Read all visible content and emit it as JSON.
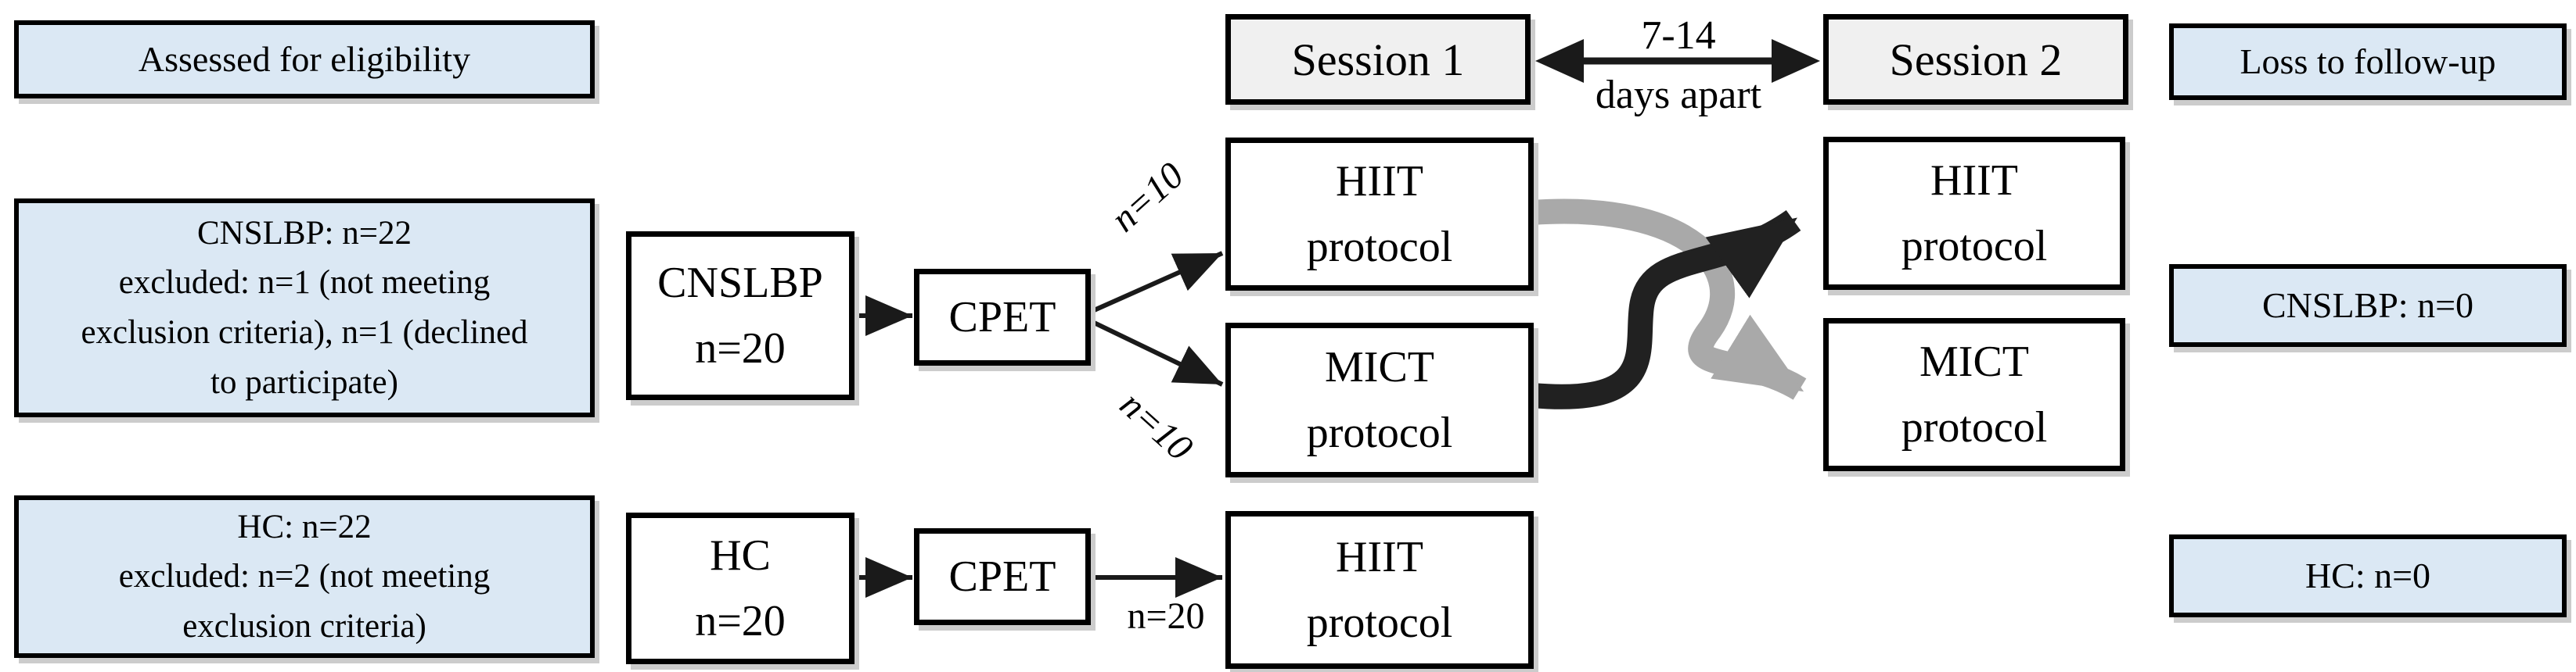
{
  "top_row": {
    "assessed": "Assessed for eligibility",
    "session1": "Session 1",
    "interval_top": "7-14",
    "interval_bottom": "days apart",
    "session2": "Session 2",
    "loss_to_follow_up": "Loss to follow-up"
  },
  "cnslbp_row": {
    "screening": "CNSLBP: n=22\nexcluded: n=1 (not meeting\nexclusion criteria), n=1 (declined\nto participate)",
    "group": "CNSLBP\nn=20",
    "cpet": "CPET",
    "allocation_hiit_n": "n=10",
    "allocation_mict_n": "n=10",
    "session1_hiit": "HIIT\nprotocol",
    "session1_mict": "MICT\nprotocol",
    "session2_hiit": "HIIT\nprotocol",
    "session2_mict": "MICT\nprotocol",
    "loss": "CNSLBP: n=0"
  },
  "hc_row": {
    "screening": "HC: n=22\nexcluded: n=2 (not meeting\nexclusion criteria)",
    "group": "HC\nn=20",
    "cpet": "CPET",
    "allocation_n": "n=20",
    "session1_hiit": "HIIT\nprotocol",
    "loss": "HC: n=0"
  },
  "colors": {
    "highlight_box_fill": "#dbe8f4",
    "session_box_fill": "#f0f0f0",
    "box_border": "#000000",
    "arrow_black": "#1a1a1a",
    "crossover_black": "#212121",
    "crossover_gray": "#a9a9a9",
    "box_shadow": "#cccccc"
  }
}
